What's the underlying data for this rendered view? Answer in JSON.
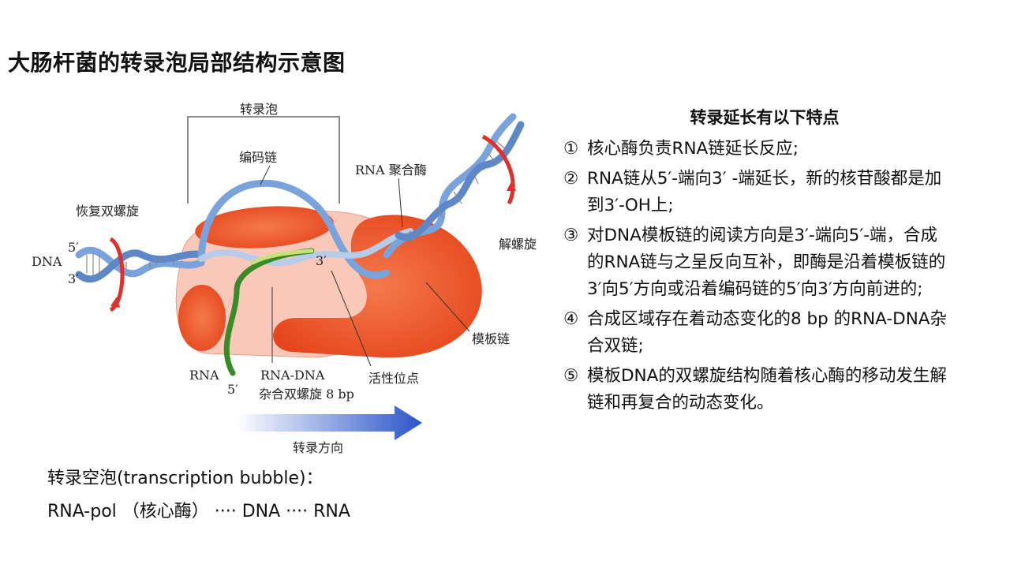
{
  "title": "大肠杆菌的转录泡局部结构示意图",
  "diagram": {
    "labels": {
      "bubble": "转录泡",
      "coding_strand": "编码链",
      "rna_pol": "RNA 聚合酶",
      "rewind": "恢复双螺旋",
      "dna": "DNA",
      "five_prime_top": "5′",
      "three_prime_left": "3′",
      "three_prime_rna": "3′",
      "unwind": "解螺旋",
      "template_strand": "模板链",
      "rna": "RNA",
      "rna_five_prime": "5′",
      "hybrid_line1": "RNA-DNA",
      "hybrid_line2": "杂合双螺旋 8 bp",
      "active_site": "活性位点",
      "direction": "转录方向"
    },
    "colors": {
      "enzyme": "#ee5a2f",
      "enzyme_light": "#f9c8b8",
      "strand": "#7aa3dc",
      "rna": "#3a8a2a",
      "arrow": "#2a55c8",
      "rotation": "#e0302c"
    }
  },
  "caption": {
    "line1": "转录空泡(transcription bubble)：",
    "line2": "RNA-pol （核心酶） ···· DNA ···· RNA"
  },
  "features": {
    "heading": "转录延长有以下特点",
    "items": [
      {
        "num": "①",
        "lines": [
          "核心酶负责RNA链延长反应;"
        ]
      },
      {
        "num": "②",
        "lines": [
          "RNA链从5′-端向3′  -端延长，新的核苷酸都是加",
          "到3′-OH上;"
        ]
      },
      {
        "num": "③",
        "lines": [
          "对DNA模板链的阅读方向是3′-端向5′-端，合成",
          "的RNA链与之呈反向互补，即酶是沿着模板链的",
          "3′向5′方向或沿着编码链的5′向3′方向前进的;"
        ]
      },
      {
        "num": "④",
        "lines": [
          "合成区域存在着动态变化的8 bp 的RNA-DNA杂",
          "合双链;"
        ]
      },
      {
        "num": "⑤",
        "lines": [
          "模板DNA的双螺旋结构随着核心酶的移动发生解",
          "链和再复合的动态变化。"
        ]
      }
    ]
  }
}
